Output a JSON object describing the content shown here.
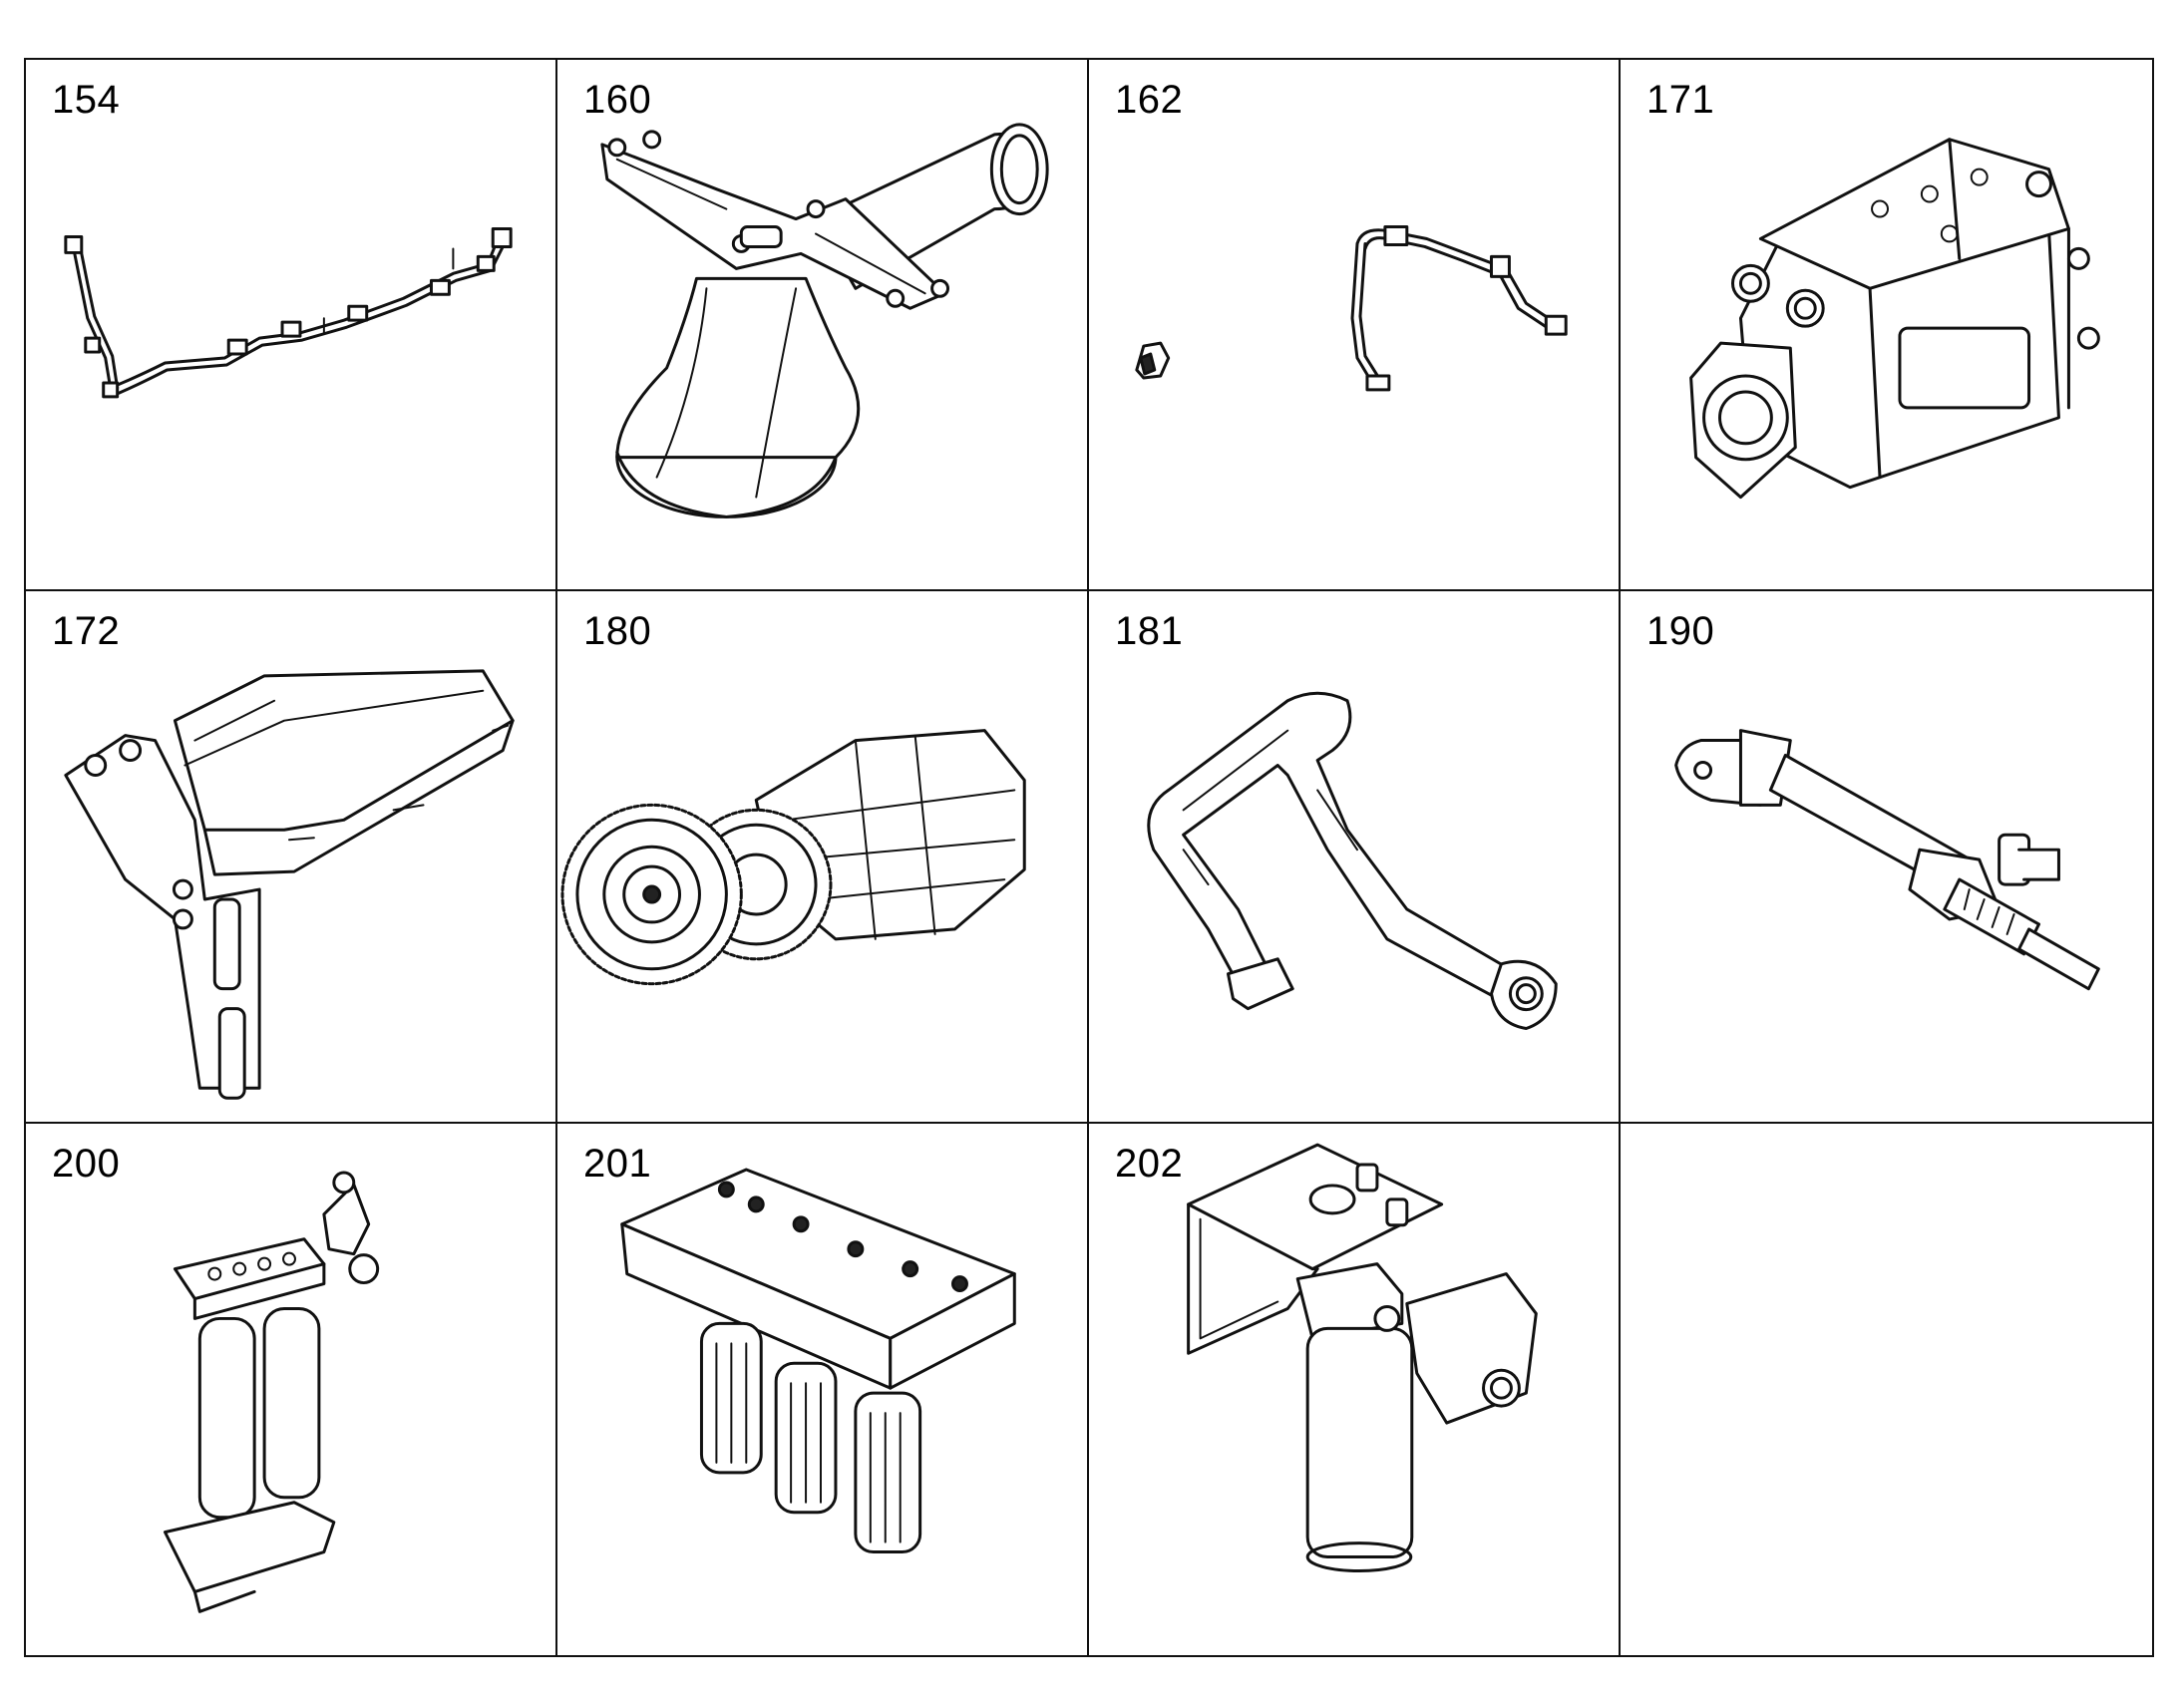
{
  "parts": [
    {
      "number": "154",
      "icon": "fuel-pipe-assembly-icon"
    },
    {
      "number": "160",
      "icon": "intake-housing-icon"
    },
    {
      "number": "162",
      "icon": "injection-line-icon"
    },
    {
      "number": "171",
      "icon": "injection-pump-icon"
    },
    {
      "number": "172",
      "icon": "cover-bracket-icon"
    },
    {
      "number": "180",
      "icon": "gear-drive-icon"
    },
    {
      "number": "181",
      "icon": "bent-pipe-icon"
    },
    {
      "number": "190",
      "icon": "injector-icon"
    },
    {
      "number": "200",
      "icon": "dual-fuel-filter-icon"
    },
    {
      "number": "201",
      "icon": "triple-fuel-filter-icon"
    },
    {
      "number": "202",
      "icon": "single-fuel-filter-icon"
    }
  ]
}
